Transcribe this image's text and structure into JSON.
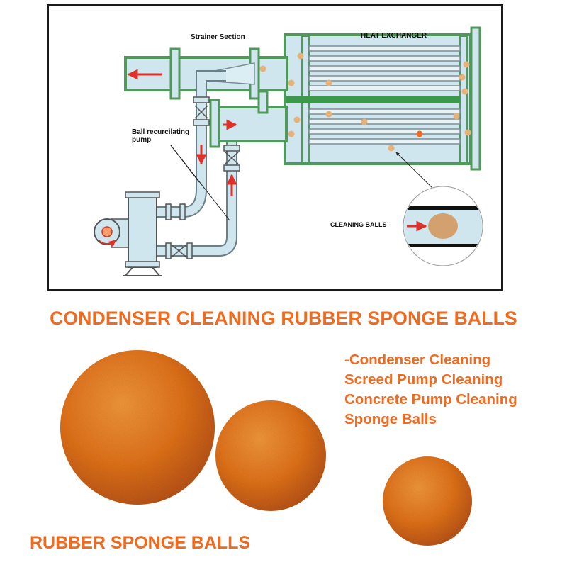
{
  "diagram": {
    "strainer_label": "Strainer Section",
    "heat_exchanger_label": "HEAT EXCHANGER",
    "pump_label": "Ball recurcilating pump",
    "balls_label": "CLEANING BALLS"
  },
  "heading": "CONDENSER CLEANING RUBBER SPONGE BALLS",
  "uses": [
    "-Condenser Cleaning",
    "Screed Pump Cleaning",
    "Concrete Pump Cleaning",
    "Sponge Balls"
  ],
  "footer": "RUBBER SPONGE BALLS",
  "colors": {
    "accent": "#f06a1f",
    "pipe_fill": "#cfe6ee",
    "pipe_outline": "#4f9a5a",
    "ball_tan": "#e6b27a",
    "arrow_red": "#e0302a"
  }
}
